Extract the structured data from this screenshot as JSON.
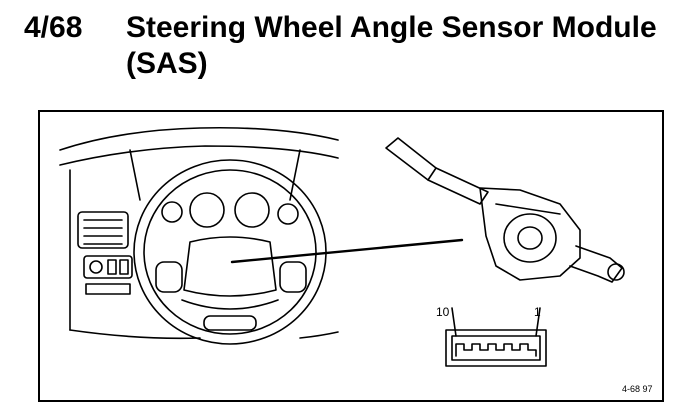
{
  "header": {
    "section_number": "4/68",
    "title_line1": "Steering Wheel Angle Sensor Module",
    "title_line2": "(SAS)"
  },
  "diagram": {
    "connector_pin_left": "10",
    "connector_pin_right": "1",
    "figure_ref": "4-68 97"
  }
}
